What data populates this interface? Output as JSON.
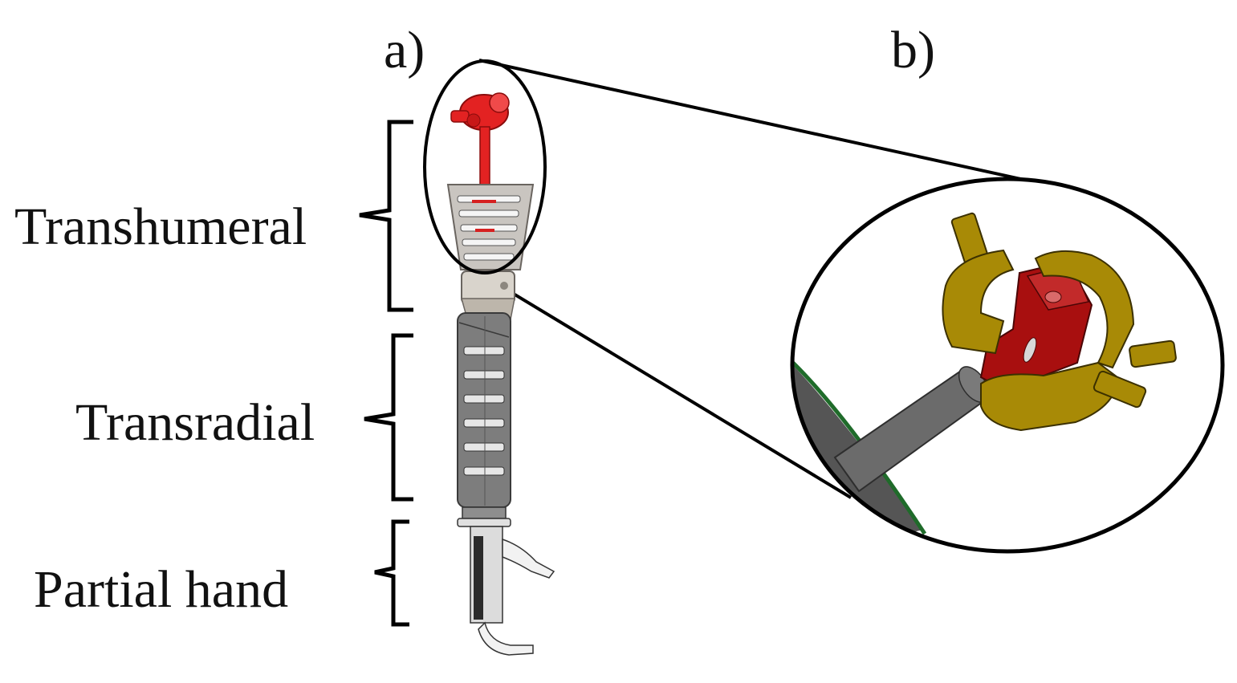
{
  "panels": {
    "a": "a)",
    "b": "b)"
  },
  "levels": [
    {
      "key": "transhumeral",
      "label": "Transhumeral"
    },
    {
      "key": "transradial",
      "label": "Transradial"
    },
    {
      "key": "partial_hand",
      "label": "Partial hand"
    }
  ],
  "colors": {
    "shoulder_mechanism": "#e32222",
    "humeral_shell": "#c9c5c0",
    "forearm_shell": "#7d7d7d",
    "joint_part_red": "#a80f0f",
    "cuff_gold": "#a88a06",
    "rod_gray": "#6b6b6b",
    "frame_green": "#1f6b2a",
    "outline": "#000000"
  }
}
